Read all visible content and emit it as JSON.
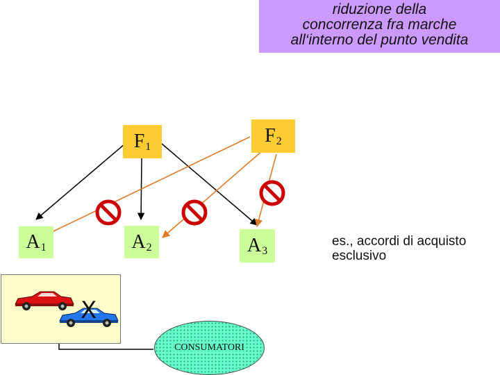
{
  "title_lines": [
    "riduzione della",
    "concorrenza fra marche",
    "all‘interno del punto vendita"
  ],
  "factories": [
    {
      "label": "F",
      "sub": "1"
    },
    {
      "label": "F",
      "sub": "2"
    }
  ],
  "retailers": [
    {
      "label": "A",
      "sub": "1"
    },
    {
      "label": "A",
      "sub": "2"
    },
    {
      "label": "A",
      "sub": "3"
    }
  ],
  "note_lines": [
    "es., accordi di acquisto",
    "esclusivo"
  ],
  "consumers_label": "CONSUMATORI",
  "blocked_mark": "X",
  "colors": {
    "title_bg": "#cc99ff",
    "factory_bg": "#ffcc33",
    "retailer_bg": "#ccff99",
    "car_box_bg": "#ffffcc",
    "consumers_bg": "#66ffcc",
    "f1_arrow": "#000000",
    "f2_arrow": "#e07a2a",
    "prohibition": "#cc0000",
    "car_red": "#dd1111",
    "car_blue": "#2277ee"
  },
  "icons": [
    "prohibition-icon",
    "red-car-icon",
    "blue-car-icon"
  ]
}
